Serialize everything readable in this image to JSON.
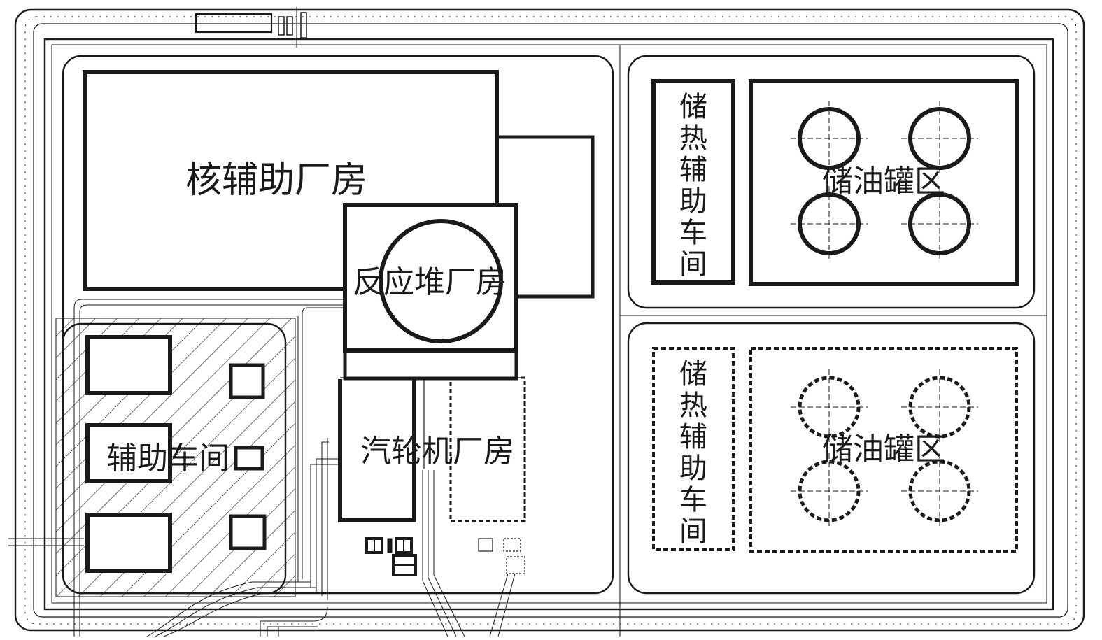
{
  "labels": {
    "nuclear_aux_building": "核辅助厂房",
    "reactor_building": "反应堆厂房",
    "turbine_building": "汽轮机厂房",
    "aux_workshop": "辅助车间",
    "heat_storage_aux_top": [
      "储",
      "热",
      "辅",
      "助",
      "车",
      "间"
    ],
    "oil_tank_area_top": "储油罐区",
    "heat_storage_aux_bottom": [
      "储",
      "热",
      "辅",
      "助",
      "车",
      "间"
    ],
    "oil_tank_area_bottom": "储油罐区"
  },
  "colors": {
    "line": "#1a1a1a",
    "background": "#ffffff"
  }
}
